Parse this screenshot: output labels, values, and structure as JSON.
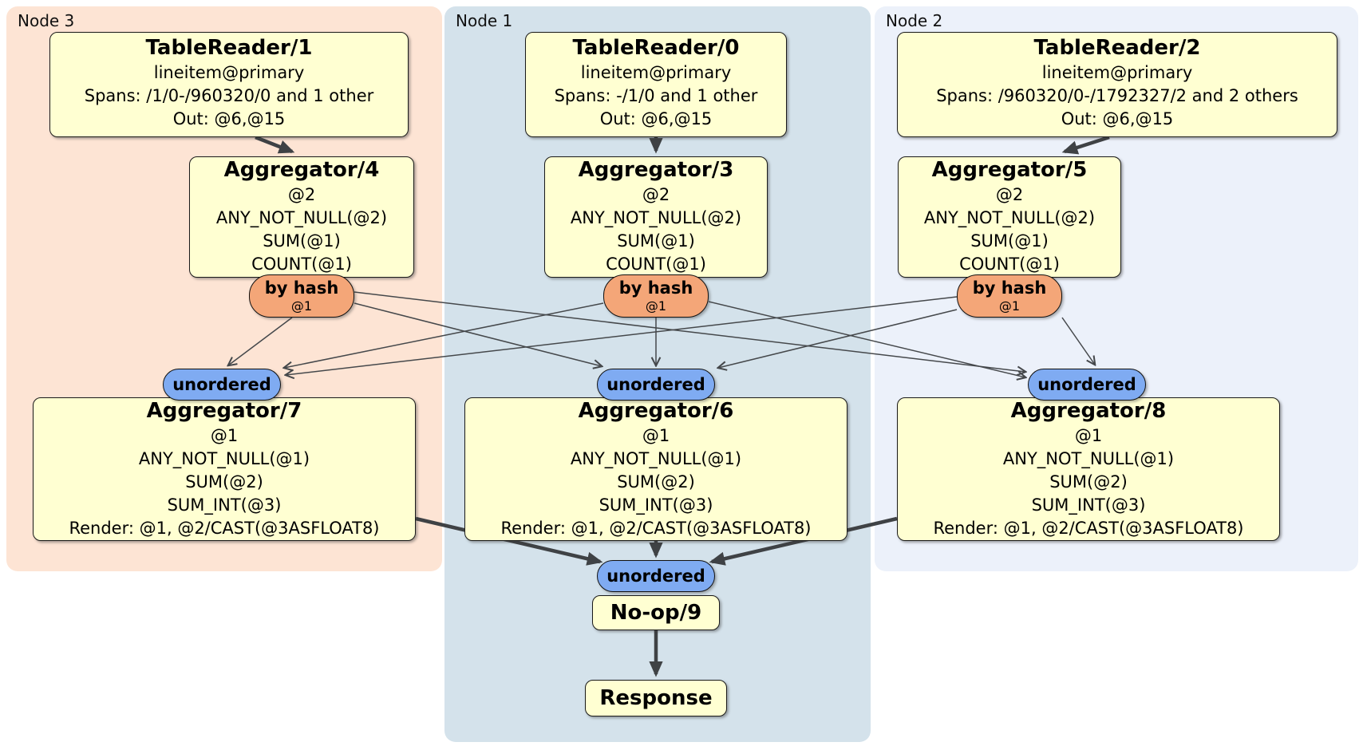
{
  "regions": {
    "node3": {
      "label": "Node 3",
      "bg": "#fde4d4"
    },
    "node1": {
      "label": "Node 1",
      "bg": "#d4e2eb"
    },
    "node2": {
      "label": "Node 2",
      "bg": "#ecf1fa"
    }
  },
  "processors": {
    "tr1": {
      "title": "TableReader/1",
      "lines": [
        "lineitem@primary",
        "Spans: /1/0-/960320/0 and 1 other",
        "Out: @6,@15"
      ]
    },
    "tr0": {
      "title": "TableReader/0",
      "lines": [
        "lineitem@primary",
        "Spans: -/1/0 and 1 other",
        "Out: @6,@15"
      ]
    },
    "tr2": {
      "title": "TableReader/2",
      "lines": [
        "lineitem@primary",
        "Spans: /960320/0-/1792327/2 and 2 others",
        "Out: @6,@15"
      ]
    },
    "agg4": {
      "title": "Aggregator/4",
      "lines": [
        "@2",
        "ANY_NOT_NULL(@2)",
        "SUM(@1)",
        "COUNT(@1)"
      ]
    },
    "agg3": {
      "title": "Aggregator/3",
      "lines": [
        "@2",
        "ANY_NOT_NULL(@2)",
        "SUM(@1)",
        "COUNT(@1)"
      ]
    },
    "agg5": {
      "title": "Aggregator/5",
      "lines": [
        "@2",
        "ANY_NOT_NULL(@2)",
        "SUM(@1)",
        "COUNT(@1)"
      ]
    },
    "agg7": {
      "title": "Aggregator/7",
      "lines": [
        "@1",
        "ANY_NOT_NULL(@1)",
        "SUM(@2)",
        "SUM_INT(@3)",
        "Render: @1, @2/CAST(@3ASFLOAT8)"
      ]
    },
    "agg6": {
      "title": "Aggregator/6",
      "lines": [
        "@1",
        "ANY_NOT_NULL(@1)",
        "SUM(@2)",
        "SUM_INT(@3)",
        "Render: @1, @2/CAST(@3ASFLOAT8)"
      ]
    },
    "agg8": {
      "title": "Aggregator/8",
      "lines": [
        "@1",
        "ANY_NOT_NULL(@1)",
        "SUM(@2)",
        "SUM_INT(@3)",
        "Render: @1, @2/CAST(@3ASFLOAT8)"
      ]
    },
    "noop": {
      "title": "No-op/9"
    },
    "response": {
      "title": "Response"
    }
  },
  "router": {
    "label": "by hash",
    "detail": "@1"
  },
  "sync": {
    "label": "unordered"
  },
  "colors": {
    "processor_fill": "#ffffd2",
    "processor_border": "#1a1a1a",
    "router_fill": "#f4a678",
    "sync_fill": "#7fabf2",
    "edge": "#45484b",
    "node3_bg": "#fde4d4",
    "node1_bg": "#d4e2eb",
    "node2_bg": "#ecf1fa"
  }
}
